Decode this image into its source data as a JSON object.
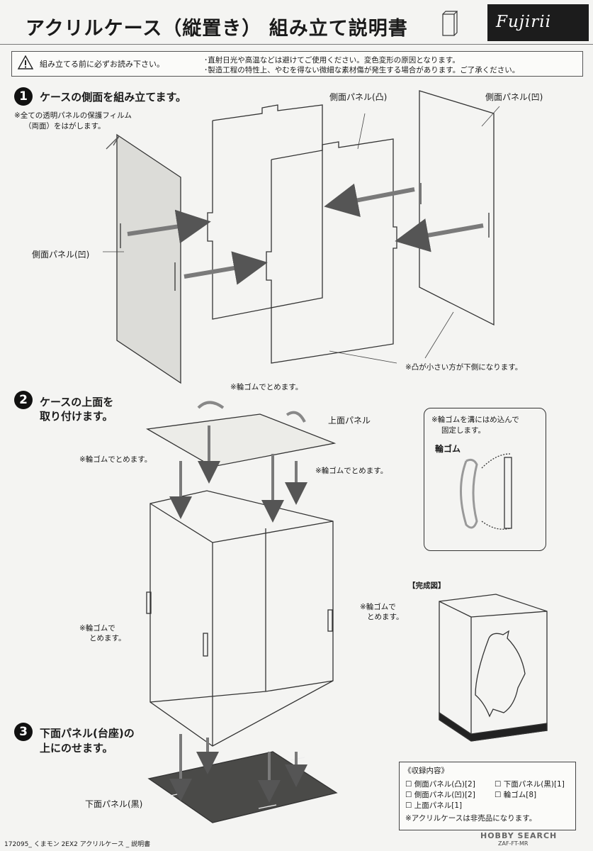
{
  "header": {
    "title": "アクリルケース（縦置き） 組み立て説明書",
    "brand": "Fujirii"
  },
  "notice": {
    "main": "組み立てる前に必ずお読み下さい。",
    "line1": "･直射日光や高温などは避けてご使用ください。変色変形の原因となります。",
    "line2": "･製造工程の特性上、やむを得ない微細な素材傷が発生する場合があります。ご了承ください。"
  },
  "step1": {
    "number": "1",
    "heading": "ケースの側面を組み立てます。",
    "film_note_1": "※全ての透明パネルの保護フィルム",
    "film_note_2": "（両面）をはがします。",
    "label_convex": "側面パネル(凸)",
    "label_concave_right": "側面パネル(凹)",
    "label_concave_left": "側面パネル(凹)",
    "bottom_note": "※凸が小さい方が下側になります。"
  },
  "step2": {
    "number": "2",
    "heading_1": "ケースの上面を",
    "heading_2": "取り付けます。",
    "rubber_top": "※輪ゴムでとめます。",
    "rubber_left": "※輪ゴムでとめます。",
    "rubber_right": "※輪ゴムでとめます。",
    "top_panel": "上面パネル",
    "side_right_1": "※輪ゴムで",
    "side_right_2": "とめます。",
    "side_left_1": "※輪ゴムで",
    "side_left_2": "とめます。",
    "inset_1": "※輪ゴムを溝にはめ込んで",
    "inset_2": "固定します。",
    "inset_label": "輪ゴム",
    "complete": "【完成図】"
  },
  "step3": {
    "number": "3",
    "heading_1": "下面パネル(台座)の",
    "heading_2": "上にのせます。",
    "bottom_panel": "下面パネル(黒)"
  },
  "contents": {
    "title": "《収録内容》",
    "items": [
      "側面パネル(凸)[2]",
      "下面パネル(黒)[1]",
      "側面パネル(凹)[2]",
      "輪ゴム[8]",
      "上面パネル[1]"
    ],
    "note": "※アクリルケースは非売品になります。"
  },
  "footer": {
    "left": "172095_ くまモン 2EX2 アクリルケース _ 説明書",
    "code": "ZAF-FT-MR"
  },
  "watermark": "HOBBY SEARCH"
}
